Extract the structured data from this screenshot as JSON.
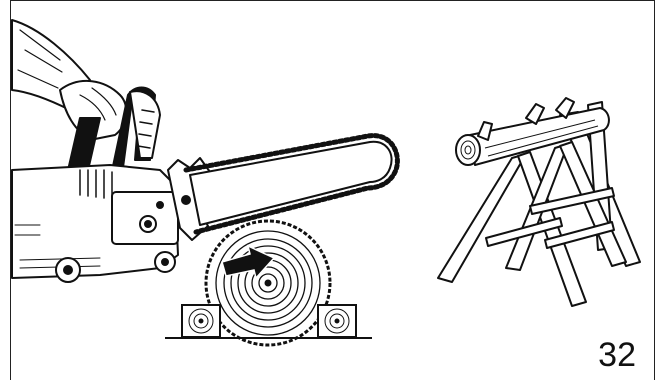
{
  "figure": {
    "number": "32"
  },
  "colors": {
    "line": "#111111",
    "paper": "#ffffff",
    "shade": "#e6e6e6"
  },
  "icons": [
    "chainsaw-illustration",
    "log-end-grain",
    "sawhorse-illustration",
    "arrow-icon",
    "hand-glove"
  ]
}
